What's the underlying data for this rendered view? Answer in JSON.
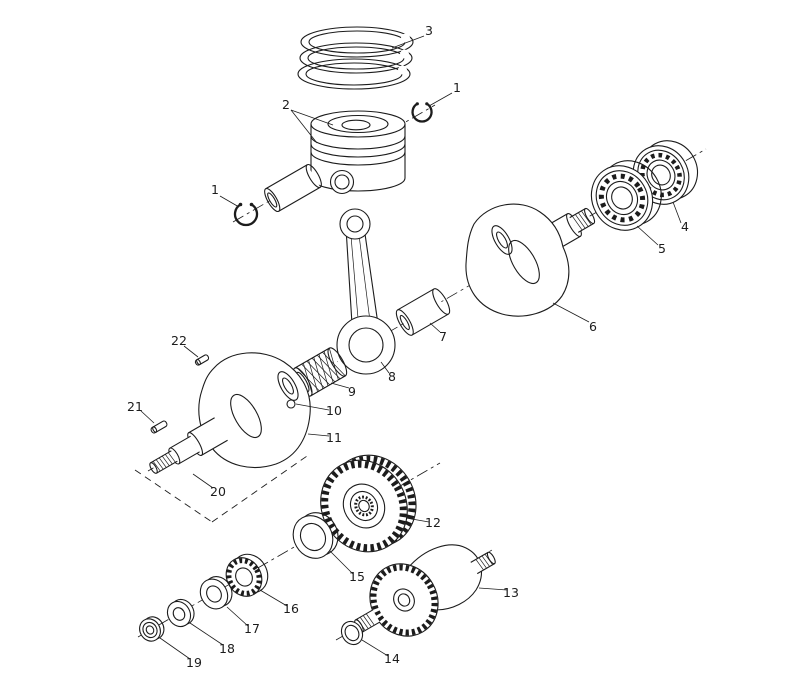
{
  "page": {
    "background": "#ffffff",
    "ink": "#1c1c1c"
  },
  "diagram": {
    "kind": "exploded-parts-diagram",
    "callouts": [
      {
        "label": "3",
        "part": "piston-ring-set"
      },
      {
        "label": "1",
        "part": "piston-pin-circlip-right"
      },
      {
        "label": "2",
        "part": "piston"
      },
      {
        "label": "1",
        "part": "piston-pin-circlip-left"
      },
      {
        "label": "4",
        "part": "ball-bearing-outer"
      },
      {
        "label": "5",
        "part": "ball-bearing-inner"
      },
      {
        "label": "6",
        "part": "crankshaft-half-right"
      },
      {
        "label": "7",
        "part": "crank-pin"
      },
      {
        "label": "8",
        "part": "connecting-rod"
      },
      {
        "label": "9",
        "part": "needle-bearing"
      },
      {
        "label": "22",
        "part": "key-upper"
      },
      {
        "label": "21",
        "part": "key-lower"
      },
      {
        "label": "10",
        "part": "dowel-pin"
      },
      {
        "label": "11",
        "part": "crankshaft-half-left"
      },
      {
        "label": "20",
        "part": "crankshaft-assembly"
      },
      {
        "label": "12",
        "part": "crankshaft-gear"
      },
      {
        "label": "15",
        "part": "spacer-washer"
      },
      {
        "label": "16",
        "part": "splined-washer"
      },
      {
        "label": "17",
        "part": "nut"
      },
      {
        "label": "18",
        "part": "flat-washer"
      },
      {
        "label": "19",
        "part": "seal-washer"
      },
      {
        "label": "13",
        "part": "balance-shaft"
      },
      {
        "label": "14",
        "part": "o-ring"
      }
    ]
  }
}
